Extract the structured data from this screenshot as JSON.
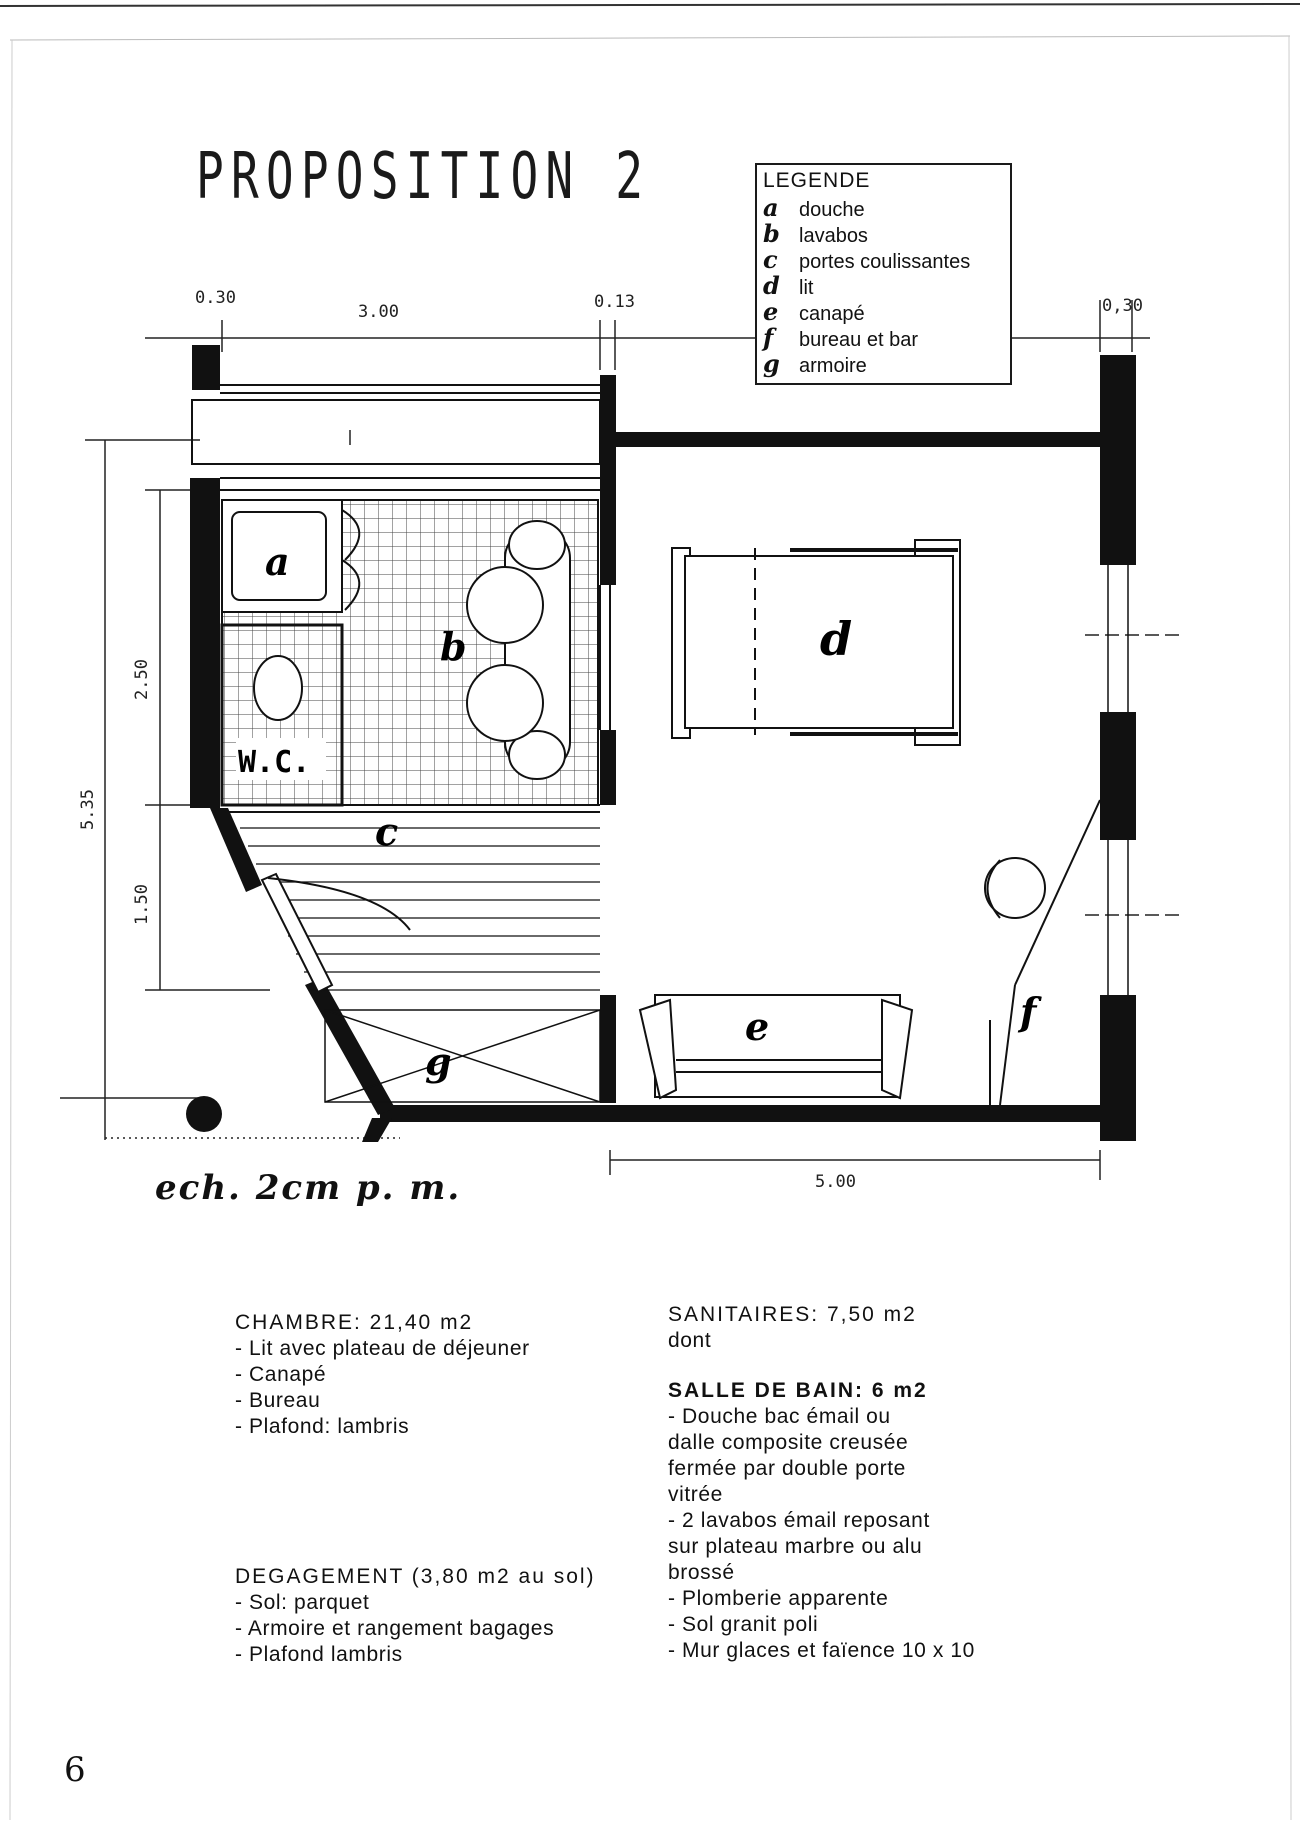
{
  "title": "PROPOSITION 2",
  "legend": {
    "title": "LEGENDE",
    "items": [
      {
        "key": "a",
        "label": "douche"
      },
      {
        "key": "b",
        "label": "lavabos"
      },
      {
        "key": "c",
        "label": "portes coulissantes"
      },
      {
        "key": "d",
        "label": "lit"
      },
      {
        "key": "e",
        "label": "canapé"
      },
      {
        "key": "f",
        "label": "bureau et bar"
      },
      {
        "key": "g",
        "label": "armoire"
      }
    ]
  },
  "dimensions": {
    "wall_left": "0.30",
    "width_left": "3.00",
    "partition": "0.13",
    "wall_right": "0,30",
    "height_total": "5.35",
    "height_upper": "2.50",
    "height_lower": "1.50",
    "width_bottom": "5.00"
  },
  "plan_labels": {
    "shower": "a",
    "basins": "b",
    "sliding_doors": "c",
    "bed": "d",
    "sofa": "e",
    "desk": "f",
    "wardrobe": "g",
    "wc": "W.C."
  },
  "scale_note": "ech. 2cm p. m.",
  "chambre": {
    "heading": "CHAMBRE: 21,40 m2",
    "lines": [
      "- Lit avec plateau de déjeuner",
      "- Canapé",
      "- Bureau",
      "- Plafond: lambris"
    ]
  },
  "degagement": {
    "heading": "DEGAGEMENT (3,80 m2 au sol)",
    "lines": [
      "- Sol: parquet",
      "- Armoire et rangement bagages",
      "- Plafond lambris"
    ]
  },
  "sanitaires": {
    "heading": "SANITAIRES: 7,50 m2",
    "sub": "dont"
  },
  "salle_de_bain": {
    "heading": "SALLE DE BAIN: 6 m2",
    "lines": [
      "- Douche bac émail ou",
      "dalle composite creusée",
      "fermée par double porte",
      "vitrée",
      "- 2 lavabos émail reposant",
      "sur plateau marbre ou alu",
      "brossé",
      "- Plomberie apparente",
      "- Sol granit poli",
      "- Mur glaces et faïence 10 x 10"
    ]
  },
  "page_number": "6"
}
